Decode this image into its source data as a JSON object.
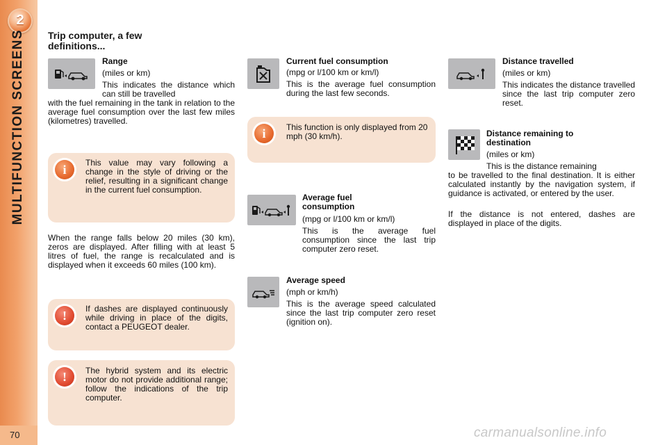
{
  "sidebar": {
    "chapter_number": "2",
    "vertical_title": "MULTIFUNCTION SCREENS",
    "page_number": "70"
  },
  "section": {
    "title_line1": "Trip computer, a few",
    "title_line2": "definitions..."
  },
  "range": {
    "icon": "fuel-pump-car-icon",
    "title": "Range",
    "unit": "(miles or km)",
    "text_first": "This indicates the distance which can still be travelled",
    "text_rest": "with the fuel remaining in the tank in relation to the average fuel consumption over the last few miles (kilometres) travelled."
  },
  "notes": {
    "range_vary": {
      "icon": "info-icon",
      "text": "This value may vary following a change in the style of driving or the relief, resulting in a significant change in the current fuel consumption."
    },
    "speed_only": {
      "icon": "info-icon",
      "text": "This function is only displayed from 20 mph (30 km/h)."
    },
    "dashes": {
      "icon": "warning-icon",
      "text": "If dashes are displayed continuously while driving in place of the digits, contact a PEUGEOT dealer."
    },
    "hybrid": {
      "icon": "warning-icon",
      "text": "The hybrid system and its electric motor do not provide additional range; follow the indications of the trip computer."
    }
  },
  "range_low": {
    "text": "When the range falls below 20 miles (30 km), zeros are displayed. After filling with at least 5 litres of fuel, the range is recalculated and is displayed when it exceeds 60 miles (100 km)."
  },
  "current_fuel": {
    "icon": "jerrycan-icon",
    "title": "Current fuel consumption",
    "unit": "(mpg or l/100 km or km/l)",
    "text": "This is the average fuel consumption during the last few seconds."
  },
  "average_fuel": {
    "icon": "fuel-pump-car-distance-icon",
    "title_line1": "Average fuel",
    "title_line2": "consumption",
    "unit": "(mpg or l/100 km or km/l)",
    "text": "This is the average fuel consumption since the last trip computer zero reset."
  },
  "average_speed": {
    "icon": "car-speed-icon",
    "title": "Average speed",
    "unit": "(mph or km/h)",
    "text": "This is the average speed calculated since the last trip computer zero reset (ignition on)."
  },
  "distance_travelled": {
    "icon": "car-distance-icon",
    "title": "Distance travelled",
    "unit": "(miles or km)",
    "text": "This indicates the distance travelled since the last trip computer zero reset."
  },
  "distance_remaining": {
    "icon": "chequered-flag-icon",
    "title_line1": "Distance remaining to",
    "title_line2": "destination",
    "unit": "(miles or km)",
    "text_first": "This is the distance remaining",
    "text_rest": "to be travelled to the final destination. It is either calculated instantly by the navigation system, if guidance is activated, or entered by the user.",
    "text_dashes": "If the distance is not entered, dashes are displayed in place of the digits."
  },
  "watermark": "carmanualsonline.info"
}
